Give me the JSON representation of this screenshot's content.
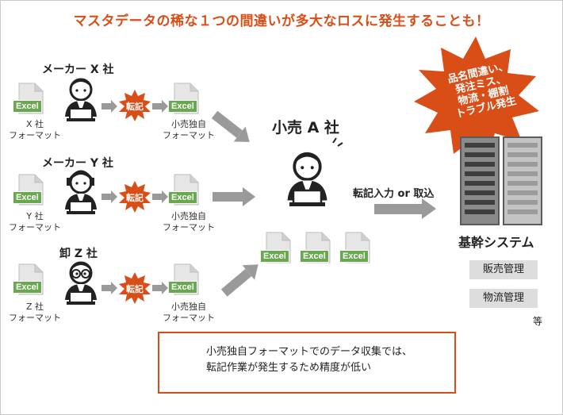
{
  "title": "マスタデータの稀な１つの間違いが多大なロスに発生することも！",
  "orgs": [
    {
      "name": "メーカー X 社",
      "source_label": [
        "X 社",
        "フォーマット"
      ]
    },
    {
      "name": "メーカー Y 社",
      "source_label": [
        "Y 社",
        "フォーマット"
      ]
    },
    {
      "name": "卸 Z 社",
      "source_label": [
        "Z 社",
        "フォーマット"
      ]
    }
  ],
  "file_label": "Excel",
  "transcribe_label": "転記",
  "retailer_format_label": [
    "小売独自",
    "フォーマット"
  ],
  "retailer_name": "小売 A 社",
  "input_label": "転記入力 or 取込",
  "trouble_lines": [
    "品名間違い、",
    "発注ミス、",
    "物流・棚割",
    "トラブル発生"
  ],
  "system": {
    "title": "基幹システム",
    "modules": [
      "販売管理",
      "物流管理"
    ],
    "etc": "等"
  },
  "note": {
    "icon": "x-icon",
    "lines": [
      "小売独自フォーマットでのデータ収集では、",
      "転記作業が発生するため精度が低い"
    ]
  },
  "colors": {
    "accent": "#d94d17",
    "excel": "#6aa84f",
    "arrow": "#9a9a9a",
    "box": "#dddddd"
  }
}
